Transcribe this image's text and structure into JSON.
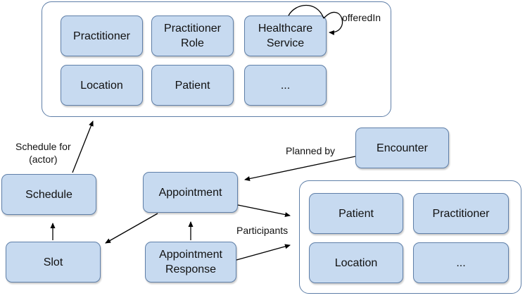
{
  "top_group": {
    "nodes": [
      "Practitioner",
      "Practitioner\nRole",
      "Healthcare\nService",
      "Location",
      "Patient",
      "..."
    ],
    "self_loop_label": "offeredIn"
  },
  "participants_group": {
    "nodes": [
      "Patient",
      "Practitioner",
      "Location",
      "..."
    ]
  },
  "nodes": {
    "schedule": "Schedule",
    "slot": "Slot",
    "appointment": "Appointment",
    "appointment_response": "Appointment\nResponse",
    "encounter": "Encounter"
  },
  "edge_labels": {
    "schedule_for": "Schedule for\n(actor)",
    "planned_by": "Planned by",
    "participants": "Participants"
  }
}
